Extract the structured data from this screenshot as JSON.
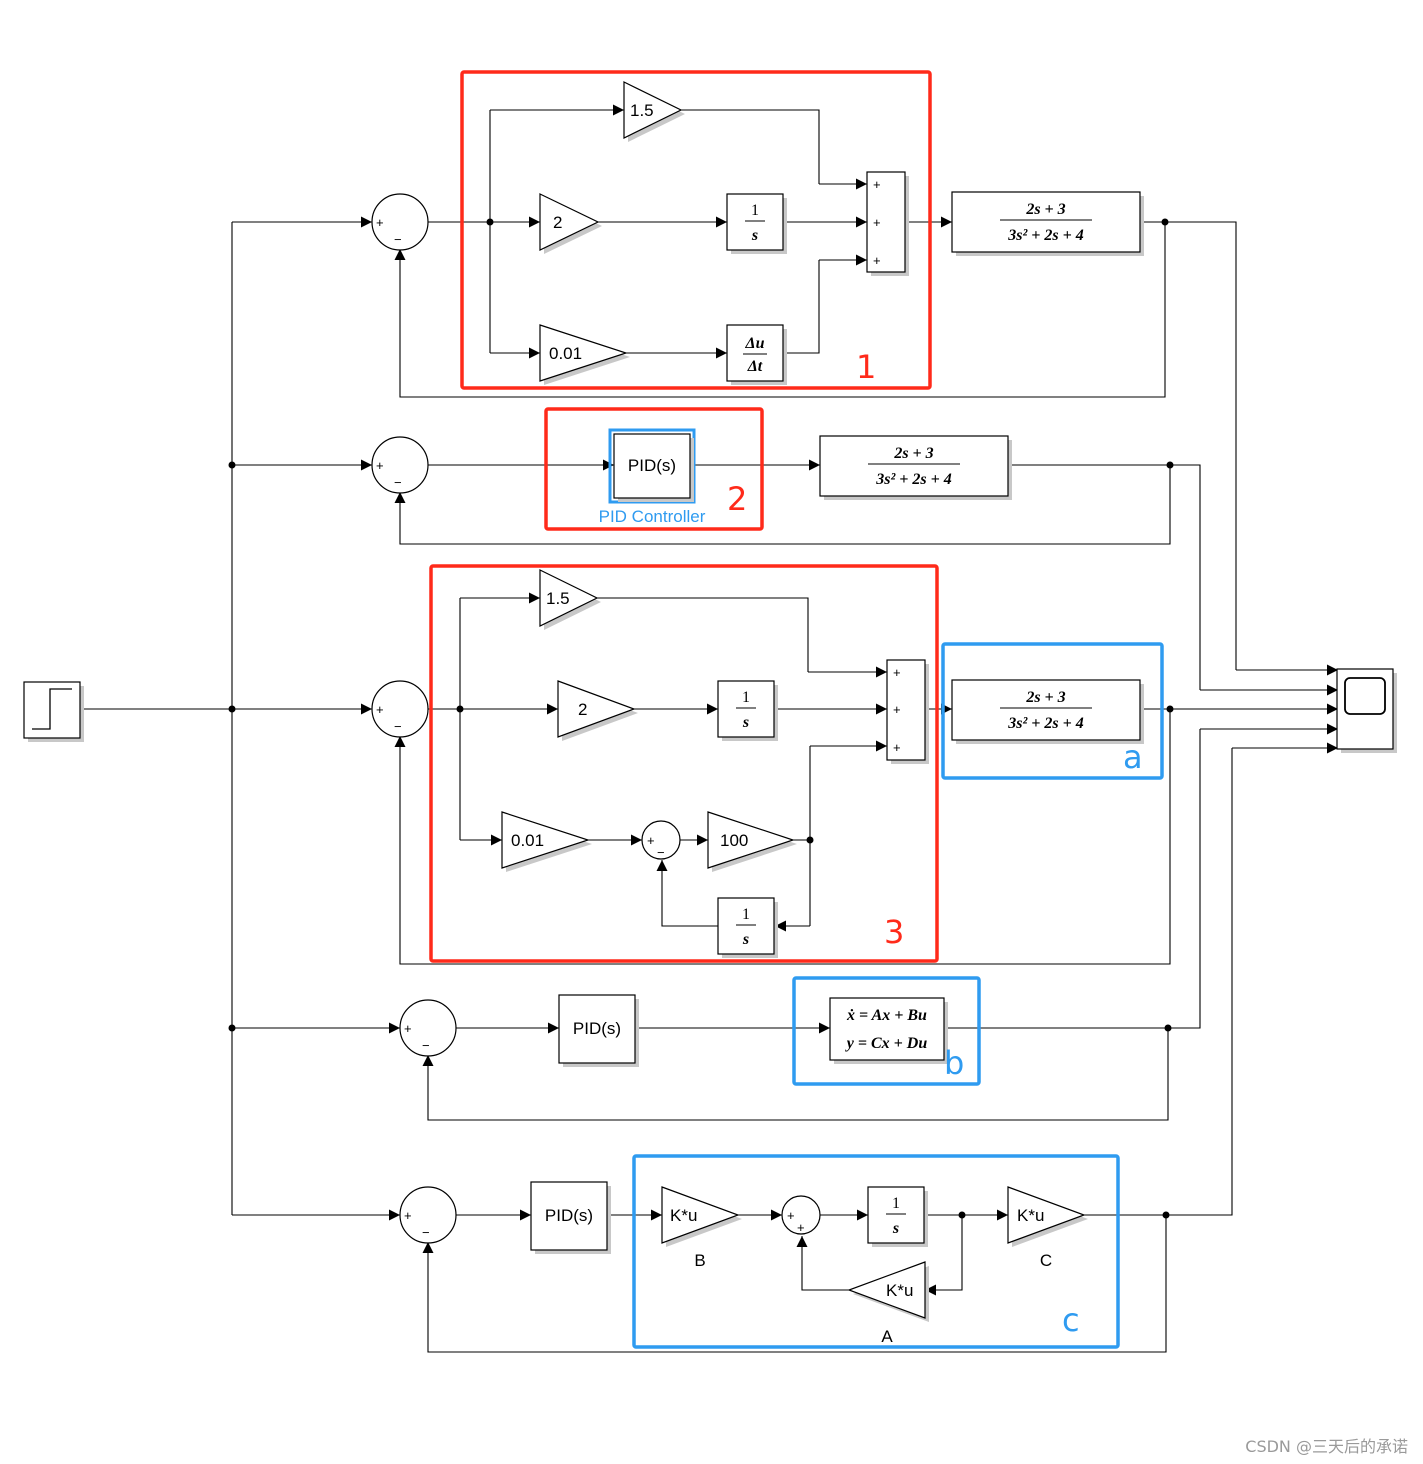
{
  "diagram": {
    "gains": {
      "kp": "1.5",
      "ki": "2",
      "kd": "0.01",
      "n": "100",
      "ku": "K*u"
    },
    "signs": {
      "plus": "+",
      "minus": "−"
    },
    "integrator": {
      "num": "1",
      "den": "s"
    },
    "derivative": {
      "num": "Δu",
      "den": "Δt"
    },
    "plant": {
      "num": "2s + 3",
      "den": "3s² + 2s + 4"
    },
    "pid_block": "PID(s)",
    "pid_caption": "PID Controller",
    "state_space": {
      "line1": "ẋ = Ax + Bu",
      "line2": "y = Cx + Du"
    },
    "matrix_labels": {
      "a": "A",
      "b": "B",
      "c": "C"
    },
    "tags": {
      "t1": "1",
      "t2": "2",
      "t3": "3",
      "ta": "a",
      "tb": "b",
      "tc": "c"
    },
    "highlight_colors": {
      "red": "#ff2a1a",
      "blue": "#2f9bf0"
    }
  },
  "watermark": "CSDN @三天后的承诺"
}
